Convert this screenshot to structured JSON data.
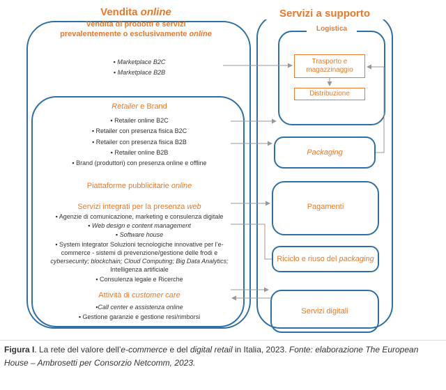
{
  "left": {
    "title_prefix": "Vendita",
    "title_em": "online",
    "subtitle_line1": "Vendita di prodotti e servizi",
    "subtitle_line2_prefix": "prevalentemente o esclusivamente",
    "subtitle_line2_em": "online",
    "marketplace": [
      "▪ Marketplace B2C",
      "▪ Marketplace B2B"
    ]
  },
  "inner": {
    "retailer_heading_em": "Retailer",
    "retailer_heading_rest": " e Brand",
    "retailer_items": [
      "▪ Retailer online B2C",
      "▪ Retailer con presenza fisica B2C",
      "▪ Retailer con presenza fisica B2B",
      "▪ Retailer online B2B",
      "▪ Brand (produttori) con presenza online e offline"
    ],
    "piattaforme_prefix": "Piattaforme pubblicitarie",
    "piattaforme_em": "online",
    "servizi_prefix": "Servizi integrati per la presenza",
    "servizi_em": "web",
    "servizi_items": [
      "▪ Agenzie di comunicazione, marketing e consulenza digitale",
      "▪ Web design e content management",
      "▪ Software house",
      "▪ System integrator Soluzioni tecnologiche innovative per l’e-",
      "commerce - sistemi di prevenzione/gestione delle frodi e",
      "cybersecurity; blockchain; Cloud Computing; Big Data Analytics;",
      "Intelligenza artificiale",
      "▪ Consulenza legale e Ricerche"
    ],
    "customer_prefix": "Attività di",
    "customer_em": "customer care",
    "customer_items": [
      "▪Call center e assistenza online",
      "▪ Gestione garanzie e gestione resi/rimborsi"
    ]
  },
  "right": {
    "title": "Servizi a supporto",
    "logistica": "Logistica",
    "trasporto_line1": "Trasporto e",
    "trasporto_line2": "magazzinaggio",
    "distribuzione": "Distribuzione",
    "packaging": "Packaging",
    "pagamenti": "Pagamenti",
    "riciclo_prefix": "Riciclo e riuso del",
    "riciclo_em": "packaging",
    "servizi_digitali": "Servizi digitali"
  },
  "caption": {
    "label": "Figura I",
    "text1": ". La rete del valore dell’",
    "em1": "e-commerce",
    "text2": " e del ",
    "em2": "digital retail",
    "text3": " in Italia, 2023. ",
    "source": "Fonte: elaborazione The European House – Ambrosetti per Consorzio Netcomm, 2023."
  },
  "colors": {
    "orange": "#e8792b",
    "blue": "#2e6fa6"
  }
}
